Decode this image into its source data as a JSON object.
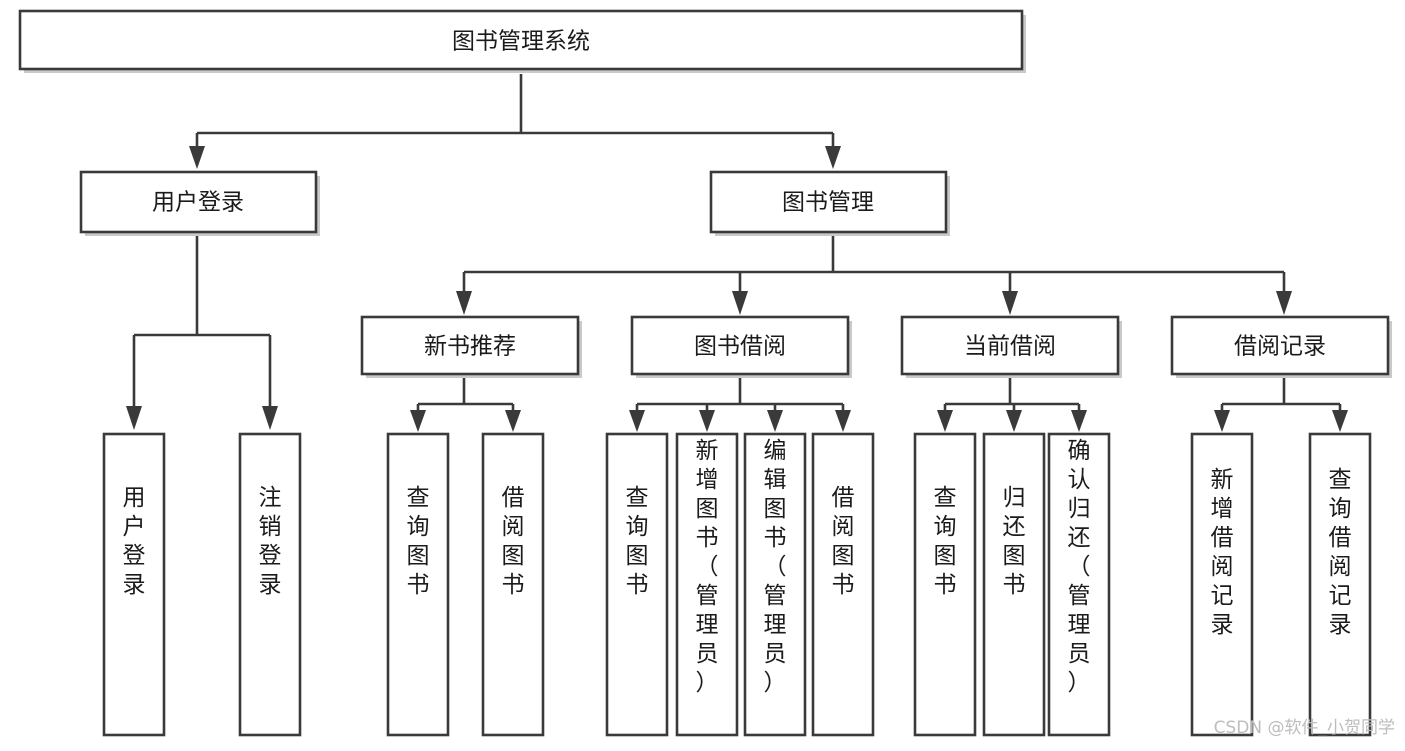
{
  "diagram": {
    "title": "图书管理系统",
    "type": "tree-hierarchy-diagram",
    "accent_color": "#3a3a3a",
    "background_color": "#ffffff",
    "root": {
      "id": "root",
      "label": "图书管理系统",
      "orientation": "horizontal"
    },
    "level2": [
      {
        "id": "user-login",
        "label": "用户登录",
        "orientation": "horizontal"
      },
      {
        "id": "book-management",
        "label": "图书管理",
        "orientation": "horizontal"
      }
    ],
    "level3": [
      {
        "id": "new-book-recommend",
        "label": "新书推荐",
        "orientation": "horizontal",
        "parent": "book-management"
      },
      {
        "id": "book-borrow",
        "label": "图书借阅",
        "orientation": "horizontal",
        "parent": "book-management"
      },
      {
        "id": "current-borrow",
        "label": "当前借阅",
        "orientation": "horizontal",
        "parent": "book-management"
      },
      {
        "id": "borrow-record",
        "label": "借阅记录",
        "orientation": "horizontal",
        "parent": "book-management"
      }
    ],
    "leaves": [
      {
        "id": "leaf-user-login",
        "label": "用户登录",
        "orientation": "vertical",
        "parent": "user-login"
      },
      {
        "id": "leaf-user-logout",
        "label": "注销登录",
        "orientation": "vertical",
        "parent": "user-login"
      },
      {
        "id": "leaf-query-book-1",
        "label": "查询图书",
        "orientation": "vertical",
        "parent": "new-book-recommend"
      },
      {
        "id": "leaf-borrow-book-1",
        "label": "借阅图书",
        "orientation": "vertical",
        "parent": "new-book-recommend"
      },
      {
        "id": "leaf-query-book-2",
        "label": "查询图书",
        "orientation": "vertical",
        "parent": "book-borrow"
      },
      {
        "id": "leaf-add-book",
        "label": "新增图书（管理员）",
        "orientation": "vertical",
        "parent": "book-borrow"
      },
      {
        "id": "leaf-edit-book",
        "label": "编辑图书（管理员）",
        "orientation": "vertical",
        "parent": "book-borrow"
      },
      {
        "id": "leaf-borrow-book-2",
        "label": "借阅图书",
        "orientation": "vertical",
        "parent": "book-borrow"
      },
      {
        "id": "leaf-query-book-3",
        "label": "查询图书",
        "orientation": "vertical",
        "parent": "current-borrow"
      },
      {
        "id": "leaf-return-book",
        "label": "归还图书",
        "orientation": "vertical",
        "parent": "current-borrow"
      },
      {
        "id": "leaf-confirm-return",
        "label": "确认归还（管理员）",
        "orientation": "vertical",
        "parent": "current-borrow"
      },
      {
        "id": "leaf-add-record",
        "label": "新增借阅记录",
        "orientation": "vertical",
        "parent": "borrow-record"
      },
      {
        "id": "leaf-query-record",
        "label": "查询借阅记录",
        "orientation": "vertical",
        "parent": "borrow-record"
      }
    ],
    "watermark": "CSDN @软件_小贺同学"
  }
}
